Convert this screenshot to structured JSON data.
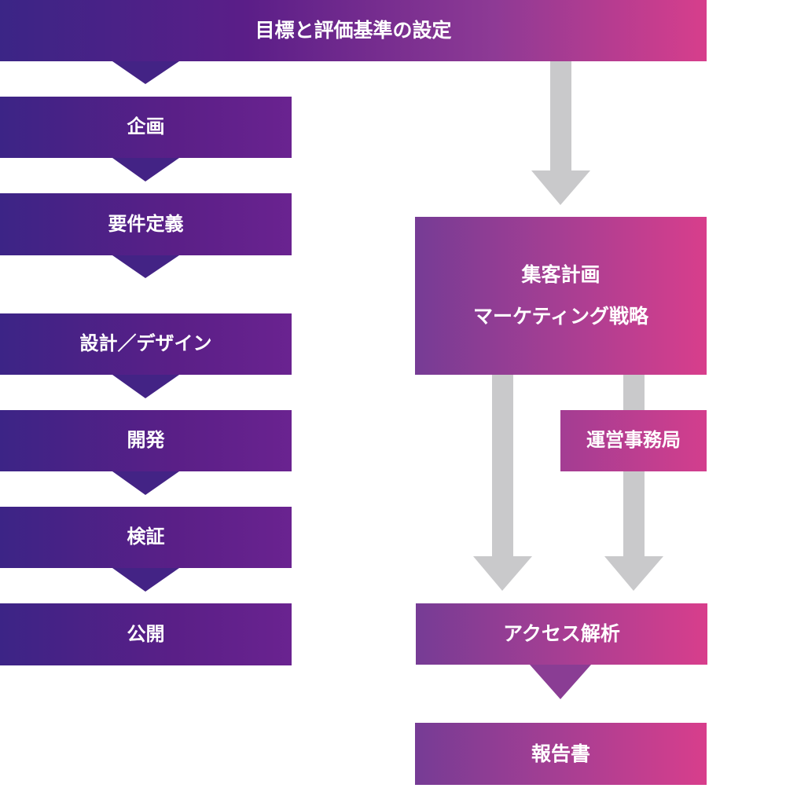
{
  "title": "目標と評価基準の設定",
  "left_flow": [
    {
      "label": "企画"
    },
    {
      "label": "要件定義"
    },
    {
      "label": "設計／デザイン"
    },
    {
      "label": "開発"
    },
    {
      "label": "検証"
    },
    {
      "label": "公開"
    }
  ],
  "right_flow": {
    "plan": "集客計画\nマーケティング戦略",
    "operations": "運営事務局",
    "analytics": "アクセス解析",
    "report": "報告書"
  },
  "colors": {
    "purple_dark": "#3c2486",
    "purple_mid": "#5a1f87",
    "magenta": "#d83e8c",
    "arrow_gray": "#c9c9cb"
  }
}
